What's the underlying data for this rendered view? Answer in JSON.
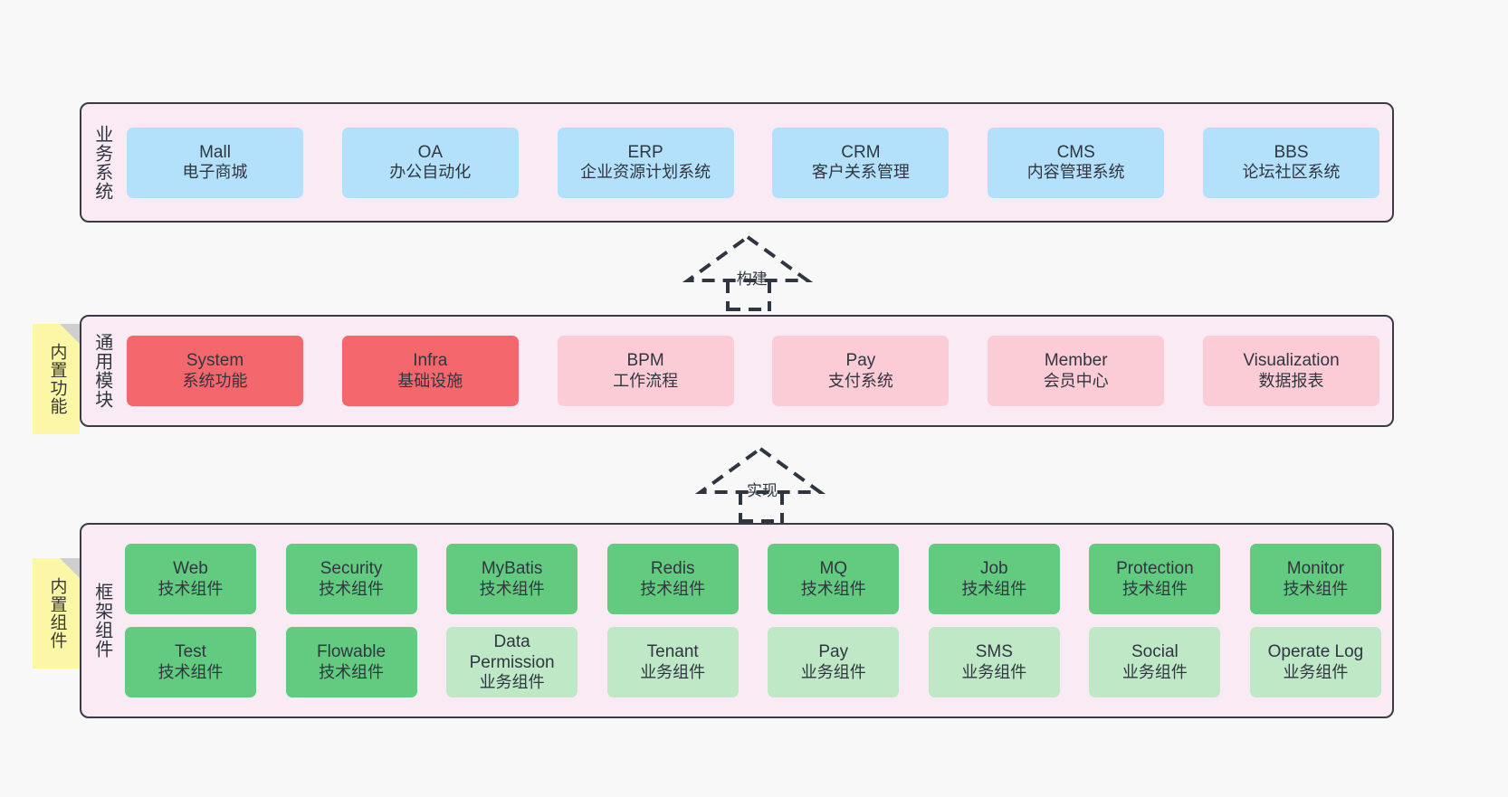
{
  "diagram": {
    "background": "#f8f8f8",
    "layer_fill": "#f9eaf4",
    "layer_border": "#3b3b46",
    "sticky_fill": "#fbf7a6"
  },
  "layers": [
    {
      "id": "business",
      "caption": "业务系统",
      "color": "#b3e0fb",
      "nodes": [
        {
          "name": "Mall",
          "desc": "电子商城"
        },
        {
          "name": "OA",
          "desc": "办公自动化"
        },
        {
          "name": "ERP",
          "desc": "企业资源计划系统"
        },
        {
          "name": "CRM",
          "desc": "客户关系管理"
        },
        {
          "name": "CMS",
          "desc": "内容管理系统"
        },
        {
          "name": "BBS",
          "desc": "论坛社区系统"
        }
      ]
    },
    {
      "id": "modules",
      "caption": "通用模块",
      "sticky": "内置功能",
      "nodes": [
        {
          "name": "System",
          "desc": "系统功能",
          "style": "red"
        },
        {
          "name": "Infra",
          "desc": "基础设施",
          "style": "red"
        },
        {
          "name": "BPM",
          "desc": "工作流程",
          "style": "pink"
        },
        {
          "name": "Pay",
          "desc": "支付系统",
          "style": "pink"
        },
        {
          "name": "Member",
          "desc": "会员中心",
          "style": "pink"
        },
        {
          "name": "Visualization",
          "desc": "数据报表",
          "style": "pink"
        }
      ]
    },
    {
      "id": "framework",
      "caption": "框架组件",
      "sticky": "内置组件",
      "row1": [
        {
          "name": "Web",
          "desc": "技术组件",
          "style": "green"
        },
        {
          "name": "Security",
          "desc": "技术组件",
          "style": "green"
        },
        {
          "name": "MyBatis",
          "desc": "技术组件",
          "style": "green"
        },
        {
          "name": "Redis",
          "desc": "技术组件",
          "style": "green"
        },
        {
          "name": "MQ",
          "desc": "技术组件",
          "style": "green"
        },
        {
          "name": "Job",
          "desc": "技术组件",
          "style": "green"
        },
        {
          "name": "Protection",
          "desc": "技术组件",
          "style": "green"
        },
        {
          "name": "Monitor",
          "desc": "技术组件",
          "style": "green"
        }
      ],
      "row2": [
        {
          "name": "Test",
          "desc": "技术组件",
          "style": "green"
        },
        {
          "name": "Flowable",
          "desc": "技术组件",
          "style": "green"
        },
        {
          "name": "Data Permission",
          "desc": "业务组件",
          "style": "lightgreen"
        },
        {
          "name": "Tenant",
          "desc": "业务组件",
          "style": "lightgreen"
        },
        {
          "name": "Pay",
          "desc": "业务组件",
          "style": "lightgreen"
        },
        {
          "name": "SMS",
          "desc": "业务组件",
          "style": "lightgreen"
        },
        {
          "name": "Social",
          "desc": "业务组件",
          "style": "lightgreen"
        },
        {
          "name": "Operate Log",
          "desc": "业务组件",
          "style": "lightgreen"
        }
      ]
    }
  ],
  "connectors": [
    {
      "id": "build",
      "label": "构建"
    },
    {
      "id": "impl",
      "label": "实现"
    }
  ]
}
